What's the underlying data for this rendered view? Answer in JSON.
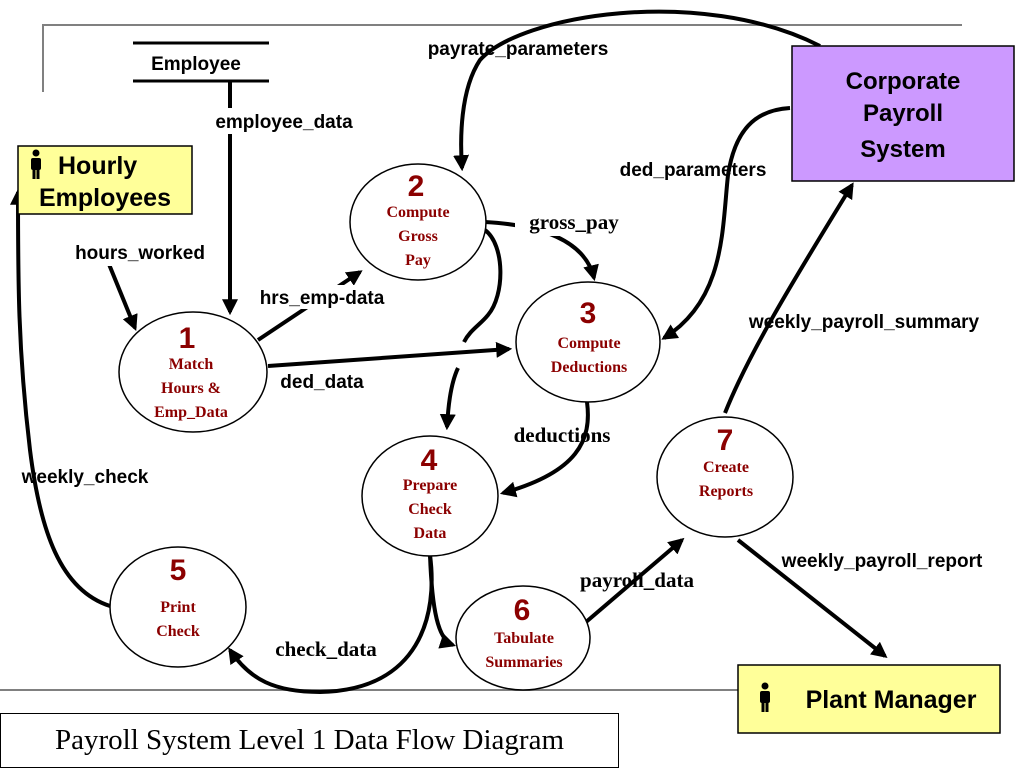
{
  "title": "Payroll System Level 1 Data Flow Diagram",
  "colors": {
    "process_text": "#8b0000",
    "external_entity_fill": "#ffff99",
    "corporate_system_fill": "#cc99ff"
  },
  "data_store": {
    "label": "Employee"
  },
  "external_entities": {
    "hourly_employees": {
      "line1": "Hourly",
      "line2": "Employees",
      "icon": "person-icon"
    },
    "corporate_payroll": {
      "line1": "Corporate",
      "line2": "Payroll",
      "line3": "System"
    },
    "plant_manager": {
      "label": "Plant Manager",
      "icon": "person-icon"
    }
  },
  "processes": [
    {
      "number": "1",
      "lines": [
        "Match",
        "Hours &",
        "Emp_Data"
      ]
    },
    {
      "number": "2",
      "lines": [
        "Compute",
        "Gross",
        "Pay"
      ]
    },
    {
      "number": "3",
      "lines": [
        "Compute",
        "Deductions"
      ]
    },
    {
      "number": "4",
      "lines": [
        "Prepare",
        "Check",
        "Data"
      ]
    },
    {
      "number": "5",
      "lines": [
        "Print",
        "Check"
      ]
    },
    {
      "number": "6",
      "lines": [
        "Tabulate",
        "Summaries"
      ]
    },
    {
      "number": "7",
      "lines": [
        "Create",
        "Reports"
      ]
    }
  ],
  "flows": {
    "payrate_parameters": "payrate_parameters",
    "employee_data": "employee_data",
    "ded_parameters": "ded_parameters",
    "hours_worked": "hours_worked",
    "gross_pay": "gross_pay",
    "hrs_emp_data": "hrs_emp-data",
    "weekly_payroll_summary": "weekly_payroll_summary",
    "ded_data": "ded_data",
    "deductions": "deductions",
    "weekly_check": "weekly_check",
    "weekly_payroll_report": "weekly_payroll_report",
    "payroll_data": "payroll_data",
    "check_data": "check_data"
  }
}
